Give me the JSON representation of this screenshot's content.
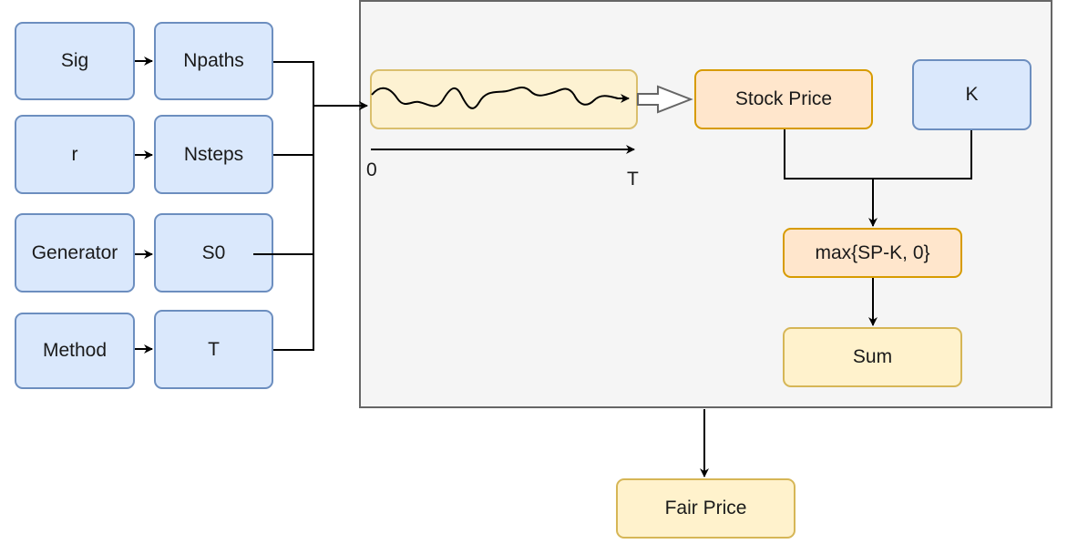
{
  "inputs": {
    "sig": "Sig",
    "r": "r",
    "generator": "Generator",
    "method": "Method"
  },
  "params": {
    "npaths": "Npaths",
    "nsteps": "Nsteps",
    "s0": "S0",
    "t": "T"
  },
  "simulation": {
    "time_start": "0",
    "time_end": "T"
  },
  "nodes": {
    "stock_price": "Stock Price",
    "strike": "K",
    "payoff": "max{SP-K, 0}",
    "sum": "Sum",
    "fair_price": "Fair Price"
  },
  "colors": {
    "blue_fill": "#dae8fc",
    "blue_stroke": "#6c8ebf",
    "orange_fill": "#ffe6cc",
    "orange_stroke": "#d79b00",
    "yellow_fill": "#fff2cc",
    "yellow_stroke": "#d6b656",
    "panel_fill": "#f5f5f5",
    "panel_stroke": "#666666"
  }
}
